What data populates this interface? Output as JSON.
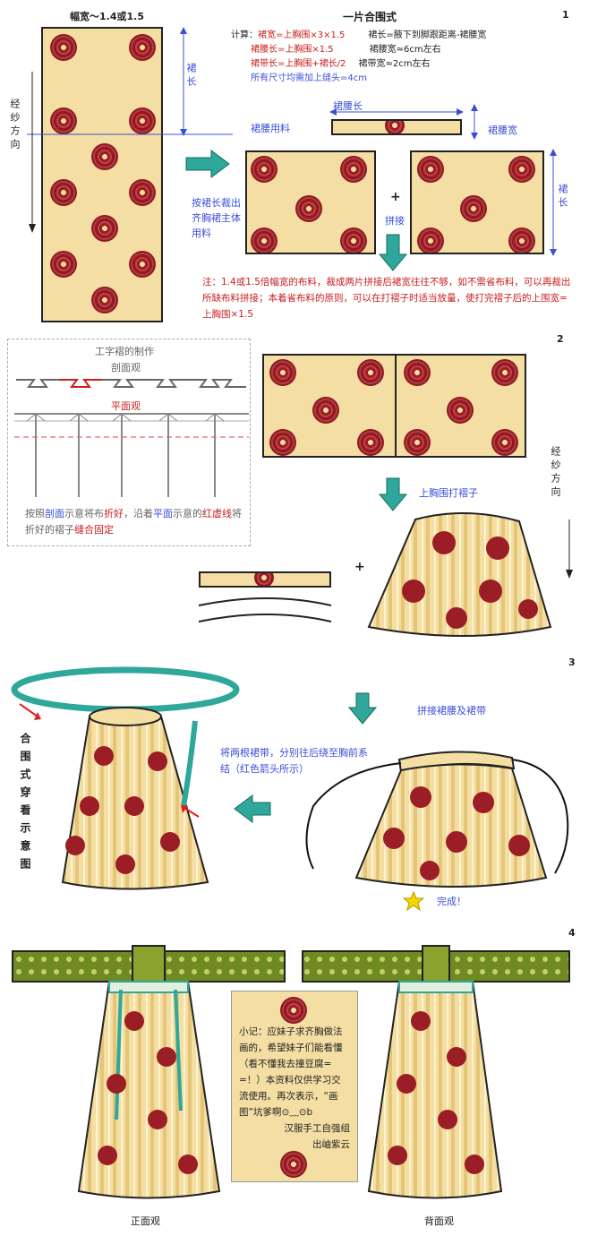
{
  "section1": {
    "number": "1",
    "width_label": "幅宽～1.4或1.5",
    "skirt_length_label": "裙长",
    "warp_direction_label": "经纱方向",
    "title": "一片合围式",
    "calc": {
      "prefix": "计算：",
      "line1a": "裙宽=上胸围×3×1.5",
      "line1b": "裙长=腋下到脚跟距离-裙腰宽",
      "line2a": "裙腰长=上胸围×1.5",
      "line2b": "裙腰宽≈6cm左右",
      "line3a": "裙带长=上胸围+裙长/2",
      "line3b": "裙带宽≈2cm左右",
      "line4": "所有尺寸均需加上缝头=4cm"
    },
    "waist_fabric_label": "裙腰用料",
    "waist_length_label": "裙腰长",
    "waist_width_label": "裙腰宽",
    "cut_label": "按裙长裁出齐胸裙主体用料",
    "plus": "+",
    "join_label": "拼接",
    "skirt_length_label2": "裙长",
    "note": "注：1.4或1.5倍幅宽的布料，裁成两片拼接后裙宽往往不够，如不需省布料，可以再裁出所缺布料拼接；本着省布料的原则，可以在打褶子时适当放量，使打完褶子后的上围宽=上胸围×1.5"
  },
  "section2": {
    "number": "2",
    "legend_title": "工字褶的制作",
    "section_view": "剖面观",
    "plan_view": "平面观",
    "instruction_1": "按照",
    "instruction_2": "剖面",
    "instruction_3": "示意将布",
    "instruction_4": "折好",
    "instruction_5": "，沿着",
    "instruction_6": "平面",
    "instruction_7": "示意的",
    "instruction_8": "红虚线",
    "instruction_9": "将折好的褶子",
    "instruction_10": "缝合固定",
    "pleat_label": "上胸围打褶子",
    "warp_direction_label": "经纱方向",
    "plus": "+"
  },
  "section3": {
    "number": "3",
    "join_label": "拼接裙腰及裙带",
    "wrap_label": "合围式穿看示意图",
    "tie_note": "将两根裙带，分别往后绕至胸前系结（红色箭头所示）",
    "done_label": "完成！"
  },
  "section4": {
    "number": "4",
    "note_text": "小记：应妹子求齐胸做法画的，希望妹子们能看懂（看不懂我去撞豆腐= =！）本资料仅供学习交流使用。再次表示，“画图”坑爹啊⊙﹏⊙b",
    "credit1": "汉服手工自强组",
    "credit2": "出岫紫云",
    "front_label": "正面观",
    "back_label": "背面观"
  },
  "colors": {
    "fabric": "#f4dea3",
    "flower": "#9b1d25",
    "arrow": "#2fa79a",
    "blue_text": "#3a4fd8",
    "red_text": "#c81e1e",
    "jacket": "#6f8a22"
  }
}
